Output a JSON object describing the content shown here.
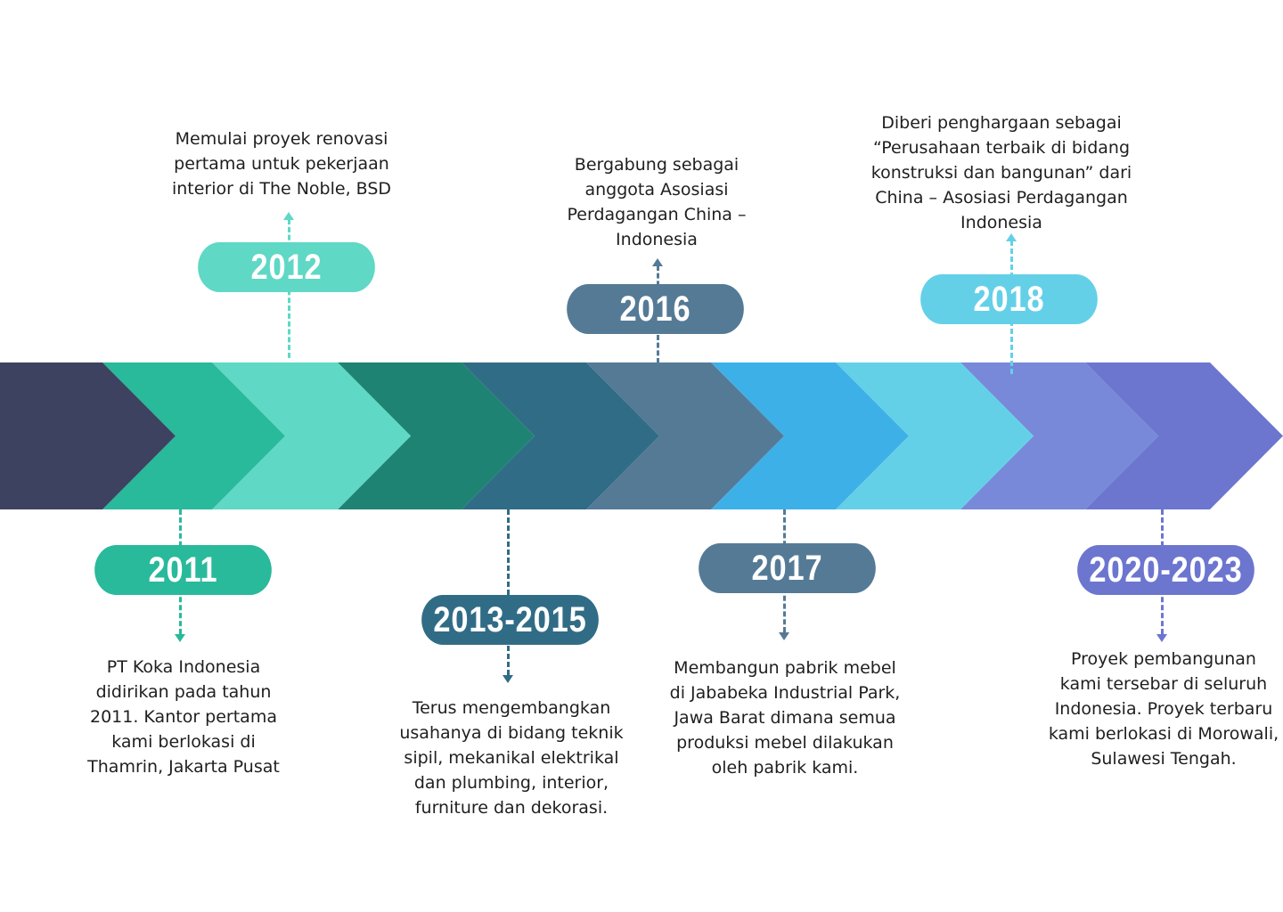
{
  "colors": {
    "navy": "#3c4260",
    "green": "#29b99b",
    "mint": "#5fd8c5",
    "teal": "#1f8373",
    "petrol": "#316c86",
    "slate": "#557a96",
    "blue": "#3eb0e8",
    "sky": "#64d0e8",
    "lavender": "#7789d8",
    "indigo": "#6c76cf",
    "text": "#1f1f1f"
  },
  "milestones": [
    {
      "year": "2011",
      "description": "PT Koka Indonesia didirikan pada tahun 2011. Kantor pertama kami berlokasi di Thamrin, Jakarta Pusat"
    },
    {
      "year": "2012",
      "description": "Memulai proyek renovasi pertama untuk pekerjaan interior di The Noble, BSD"
    },
    {
      "year": "2013-2015",
      "description": "Terus mengembangkan usahanya di bidang teknik sipil, mekanikal elektrikal dan plumbing, interior, furniture dan dekorasi."
    },
    {
      "year": "2016",
      "description": "Bergabung sebagai anggota Asosiasi Perdagangan China – Indonesia"
    },
    {
      "year": "2017",
      "description": "Membangun pabrik mebel di Jababeka Industrial Park, Jawa Barat dimana semua produksi mebel dilakukan oleh pabrik kami."
    },
    {
      "year": "2018",
      "description": "Diberi penghargaan sebagai “Perusahaan terbaik di bidang konstruksi dan bangunan” dari China – Asosiasi Perdagangan Indonesia"
    },
    {
      "year": "2020-2023",
      "description": "Proyek pembangunan kami tersebar di seluruh Indonesia. Proyek terbaru kami berlokasi di Morowali, Sulawesi Tengah."
    }
  ]
}
